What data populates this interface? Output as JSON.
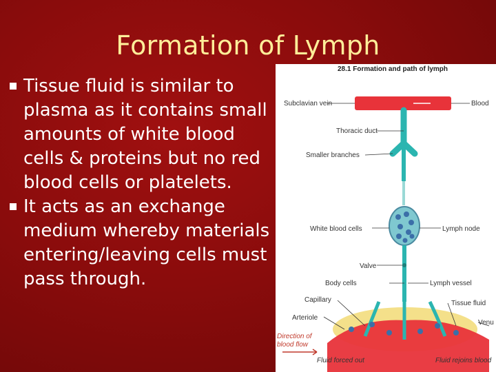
{
  "slide": {
    "title": "Formation of Lymph",
    "bullets": [
      "Tissue fluid is similar to plasma as it contains small amounts of white blood cells & proteins but no red blood cells or platelets.",
      "It acts as an exchange medium whereby materials entering/leaving cells must pass through."
    ]
  },
  "diagram": {
    "figure_title": "28.1 Formation and path of lymph",
    "labels": {
      "subclavian_vein": "Subclavian vein",
      "blood": "Blood",
      "thoracic_duct": "Thoracic duct",
      "smaller_branches": "Smaller branches",
      "white_blood_cells": "White blood cells",
      "lymph_node": "Lymph node",
      "valve": "Valve",
      "body_cells": "Body cells",
      "lymph_vessel": "Lymph vessel",
      "capillary": "Capillary",
      "tissue_fluid": "Tissue fluid",
      "arteriole": "Arteriole",
      "venule": "Venu",
      "direction_1": "Direction of",
      "direction_2": "blood flow",
      "fluid_forced_out": "Fluid forced out",
      "fluid_rejoins": "Fluid rejoins blood"
    },
    "colors": {
      "blood_vessel": "#e8333a",
      "lymph_vessel": "#2bb5b0",
      "tissue_fluid": "#f4e08a",
      "label_accent": "#c0392b"
    }
  }
}
